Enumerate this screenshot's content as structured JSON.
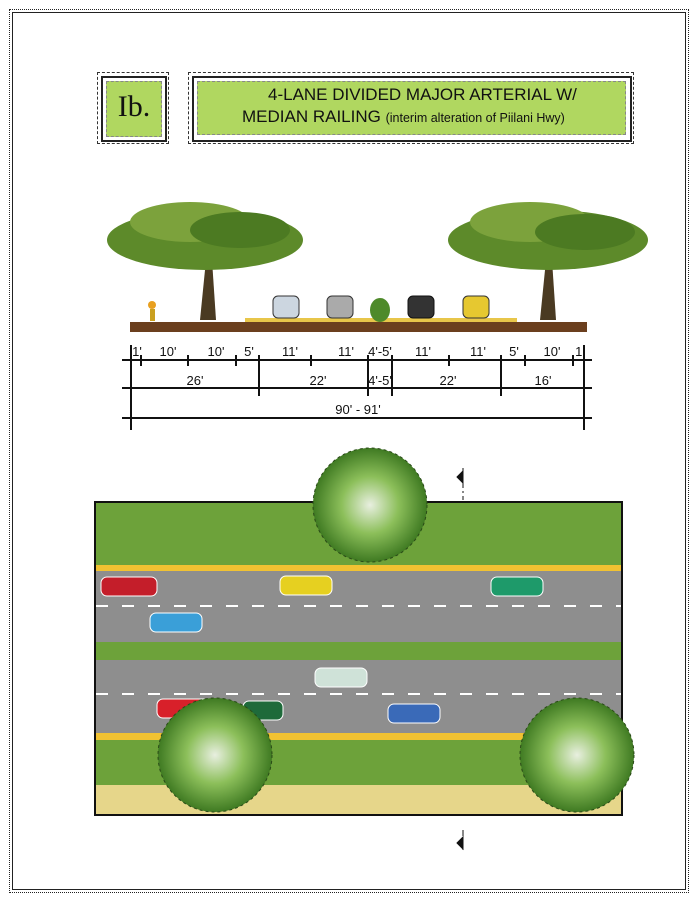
{
  "badge": {
    "label": "Ib."
  },
  "title": {
    "line1": "4-LANE DIVIDED MAJOR ARTERIAL W/",
    "line2": "MEDIAN RAILING",
    "note": "(interim alteration of Piilani Hwy)"
  },
  "dimensions": {
    "row1": [
      "1'",
      "10'",
      "10'",
      "5'",
      "11'",
      "11'",
      "4'-5'",
      "11'",
      "11'",
      "5'",
      "10'",
      "1'"
    ],
    "row2": [
      "26'",
      "22'",
      "4'-5'",
      "22'",
      "16'"
    ],
    "total": "90' - 91'"
  },
  "colors": {
    "title_bg": "#b0d760",
    "road": "#8e8e8e",
    "stripe": "#f1c232",
    "grass": "#6da23a",
    "sand": "#e6d68a"
  }
}
